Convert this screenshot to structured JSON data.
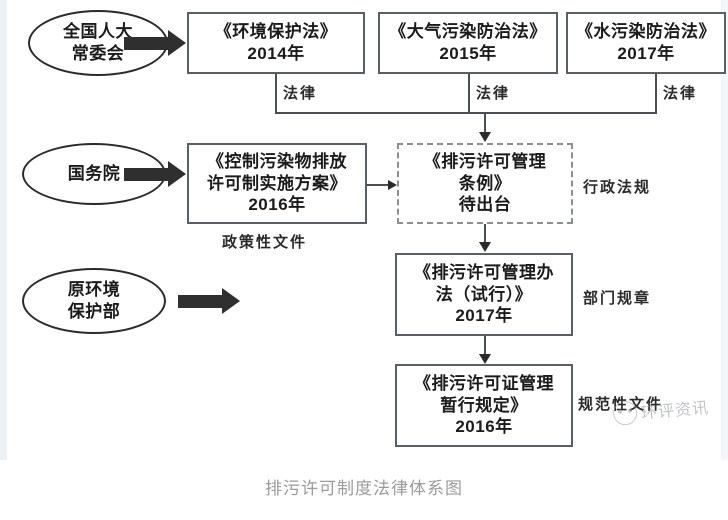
{
  "figure": {
    "caption": "排污许可制度法律体系图"
  },
  "actors": [
    {
      "id": "npc",
      "line1": "全国人大",
      "line2": "常委会"
    },
    {
      "id": "state-council",
      "line1": "国务院",
      "line2": ""
    },
    {
      "id": "mep",
      "line1": "原环境保护部",
      "line2": ""
    }
  ],
  "laws": [
    {
      "id": "env-protection-law",
      "title": "《环境保护法》",
      "year": "2014年",
      "edge_label": "法律"
    },
    {
      "id": "air-pollution-law",
      "title": "《大气污染防治法》",
      "year": "2015年",
      "edge_label": "法律"
    },
    {
      "id": "water-pollution-law",
      "title": "《水污染防治法》",
      "year": "2017年",
      "edge_label": "法律"
    }
  ],
  "policy": {
    "id": "permit-implementation-plan",
    "title_line1": "《控制污染物排放",
    "title_line2": "许可制实施方案》",
    "year": "2016年",
    "category_label": "政策性文件"
  },
  "regulations": [
    {
      "id": "permit-management-regulation",
      "title_line1": "《排污许可管理",
      "title_line2": "条例》",
      "status": "待出台",
      "category_label": "行政法规",
      "style": "dashed"
    },
    {
      "id": "permit-management-measures",
      "title_line1": "《排污许可管理办",
      "title_line2": "法（试行）》",
      "status": "2017年",
      "category_label": "部门规章",
      "style": "solid"
    },
    {
      "id": "permit-interim-provisions",
      "title_line1": "《排污许可证管理",
      "title_line2": "暂行规定》",
      "status": "2016年",
      "category_label": "规范性文件",
      "style": "solid"
    }
  ],
  "watermark": {
    "text": "环评资讯",
    "logo_icon": "panda-logo-icon"
  },
  "colors": {
    "node_border": "#5a5f66",
    "ellipse_border": "#2b2b2b",
    "arrow": "#2f2f2f",
    "caption": "#9b9b9b",
    "watermark": "#8d9399"
  }
}
